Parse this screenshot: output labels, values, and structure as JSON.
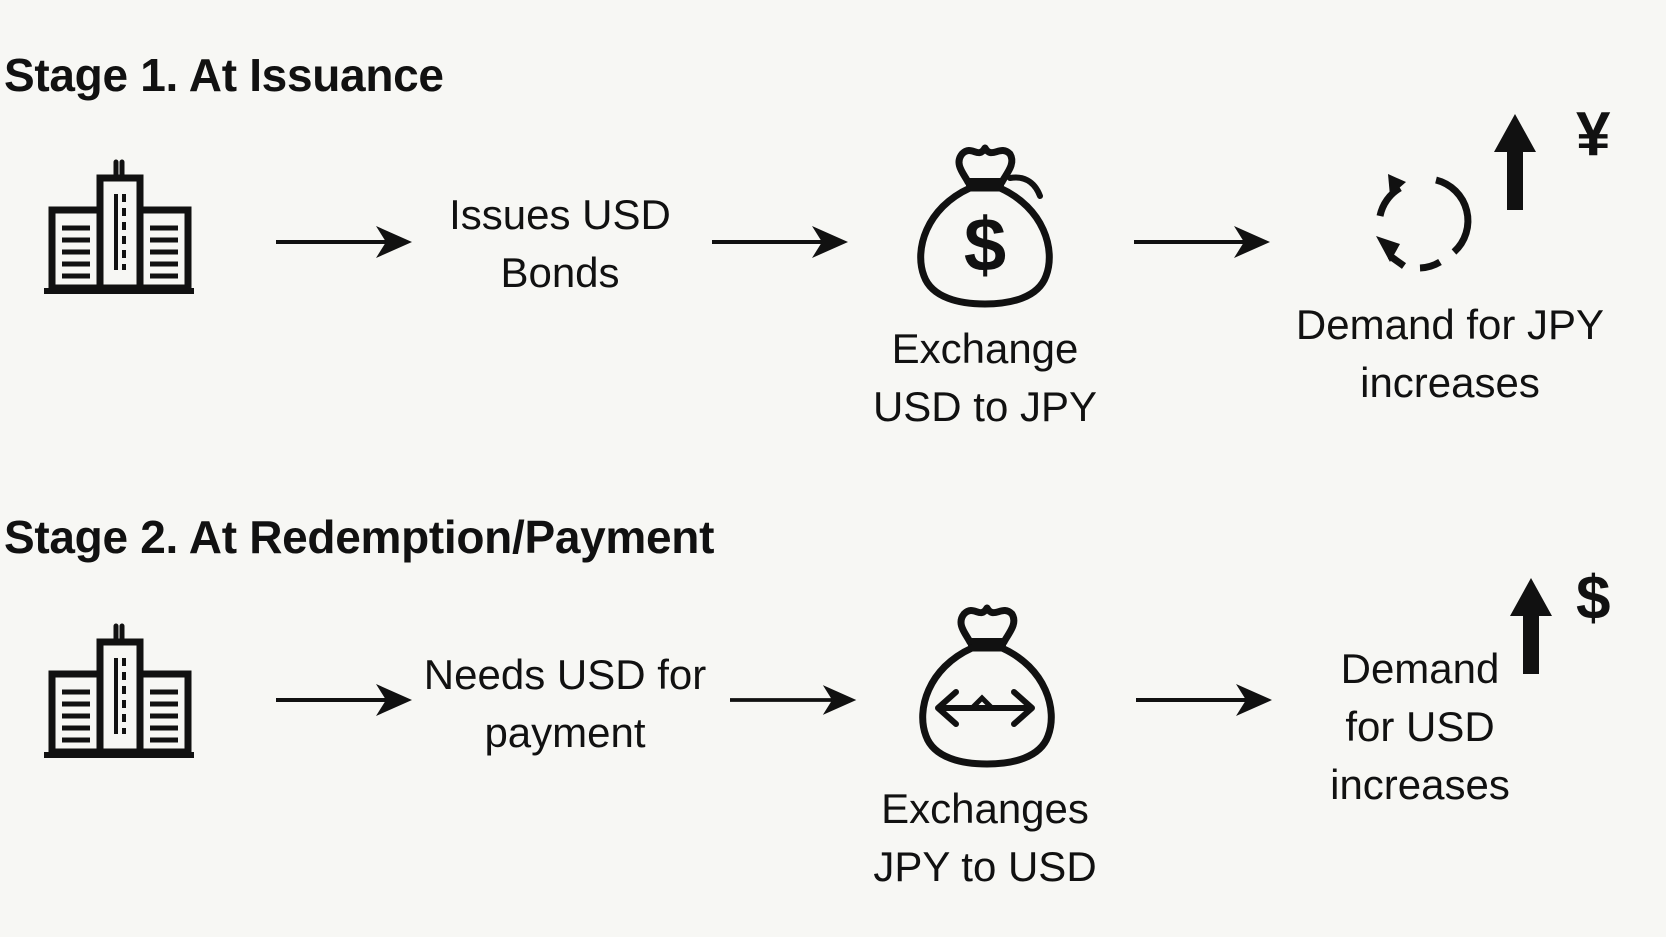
{
  "stage1": {
    "title": "Stage 1. At Issuance",
    "step1": {
      "line1": "Issues USD",
      "line2": "Bonds"
    },
    "step2": {
      "line1": "Exchange",
      "line2": "USD to JPY",
      "bag_symbol": "$"
    },
    "step3": {
      "line1": "Demand for JPY",
      "line2": "increases",
      "currency_symbol": "¥"
    }
  },
  "stage2": {
    "title": "Stage 2. At Redemption/Payment",
    "step1": {
      "line1": "Needs USD for",
      "line2": "payment"
    },
    "step2": {
      "line1": "Exchanges",
      "line2": "JPY to USD"
    },
    "step3": {
      "line1": "Demand",
      "line2": "for USD",
      "line3": "increases",
      "currency_symbol": "$"
    }
  },
  "icons": {
    "stage1": [
      "building-icon",
      "arrow-right-icon",
      "money-bag-dollar-icon",
      "refresh-cycle-icon",
      "arrow-up-icon"
    ],
    "stage2": [
      "building-icon",
      "arrow-right-icon",
      "money-bag-exchange-icon",
      "arrow-up-icon"
    ]
  },
  "colors": {
    "background": "#f7f7f4",
    "ink": "#111111"
  }
}
